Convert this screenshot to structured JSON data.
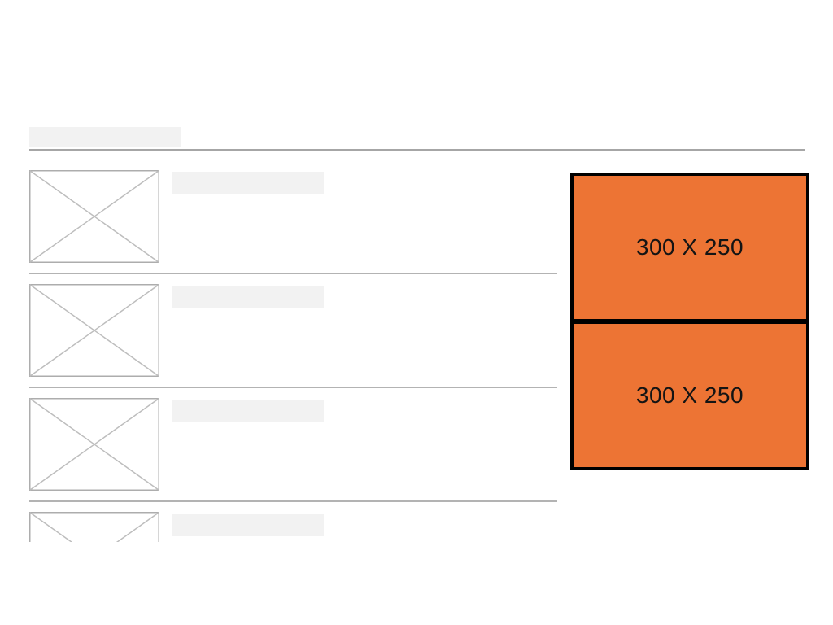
{
  "page": {
    "background": "#ffffff",
    "description_of_content": "wireframe article list with two stacked ad slots"
  },
  "colors": {
    "page_bg": "#ffffff",
    "placeholder_fill": "#F2F2F2",
    "header_rule": "#A6A6A6",
    "item_rule": "#B3B3B3",
    "thumb_border": "#ADADAD",
    "thumb_cross": "#BDBDBD",
    "ad_fill": "#ED7434",
    "ad_border": "#000000",
    "ad_text": "#141414"
  },
  "header": {
    "title_placeholder_text": ""
  },
  "article_list": {
    "item_count": 4,
    "items": [
      {
        "thumbnail": "image-placeholder",
        "title_text": ""
      },
      {
        "thumbnail": "image-placeholder",
        "title_text": ""
      },
      {
        "thumbnail": "image-placeholder",
        "title_text": ""
      },
      {
        "thumbnail": "image-placeholder",
        "title_text": "",
        "clipped": true
      }
    ]
  },
  "ads": {
    "units": [
      {
        "label": "300 X 250"
      },
      {
        "label": "300 X 250"
      }
    ]
  }
}
